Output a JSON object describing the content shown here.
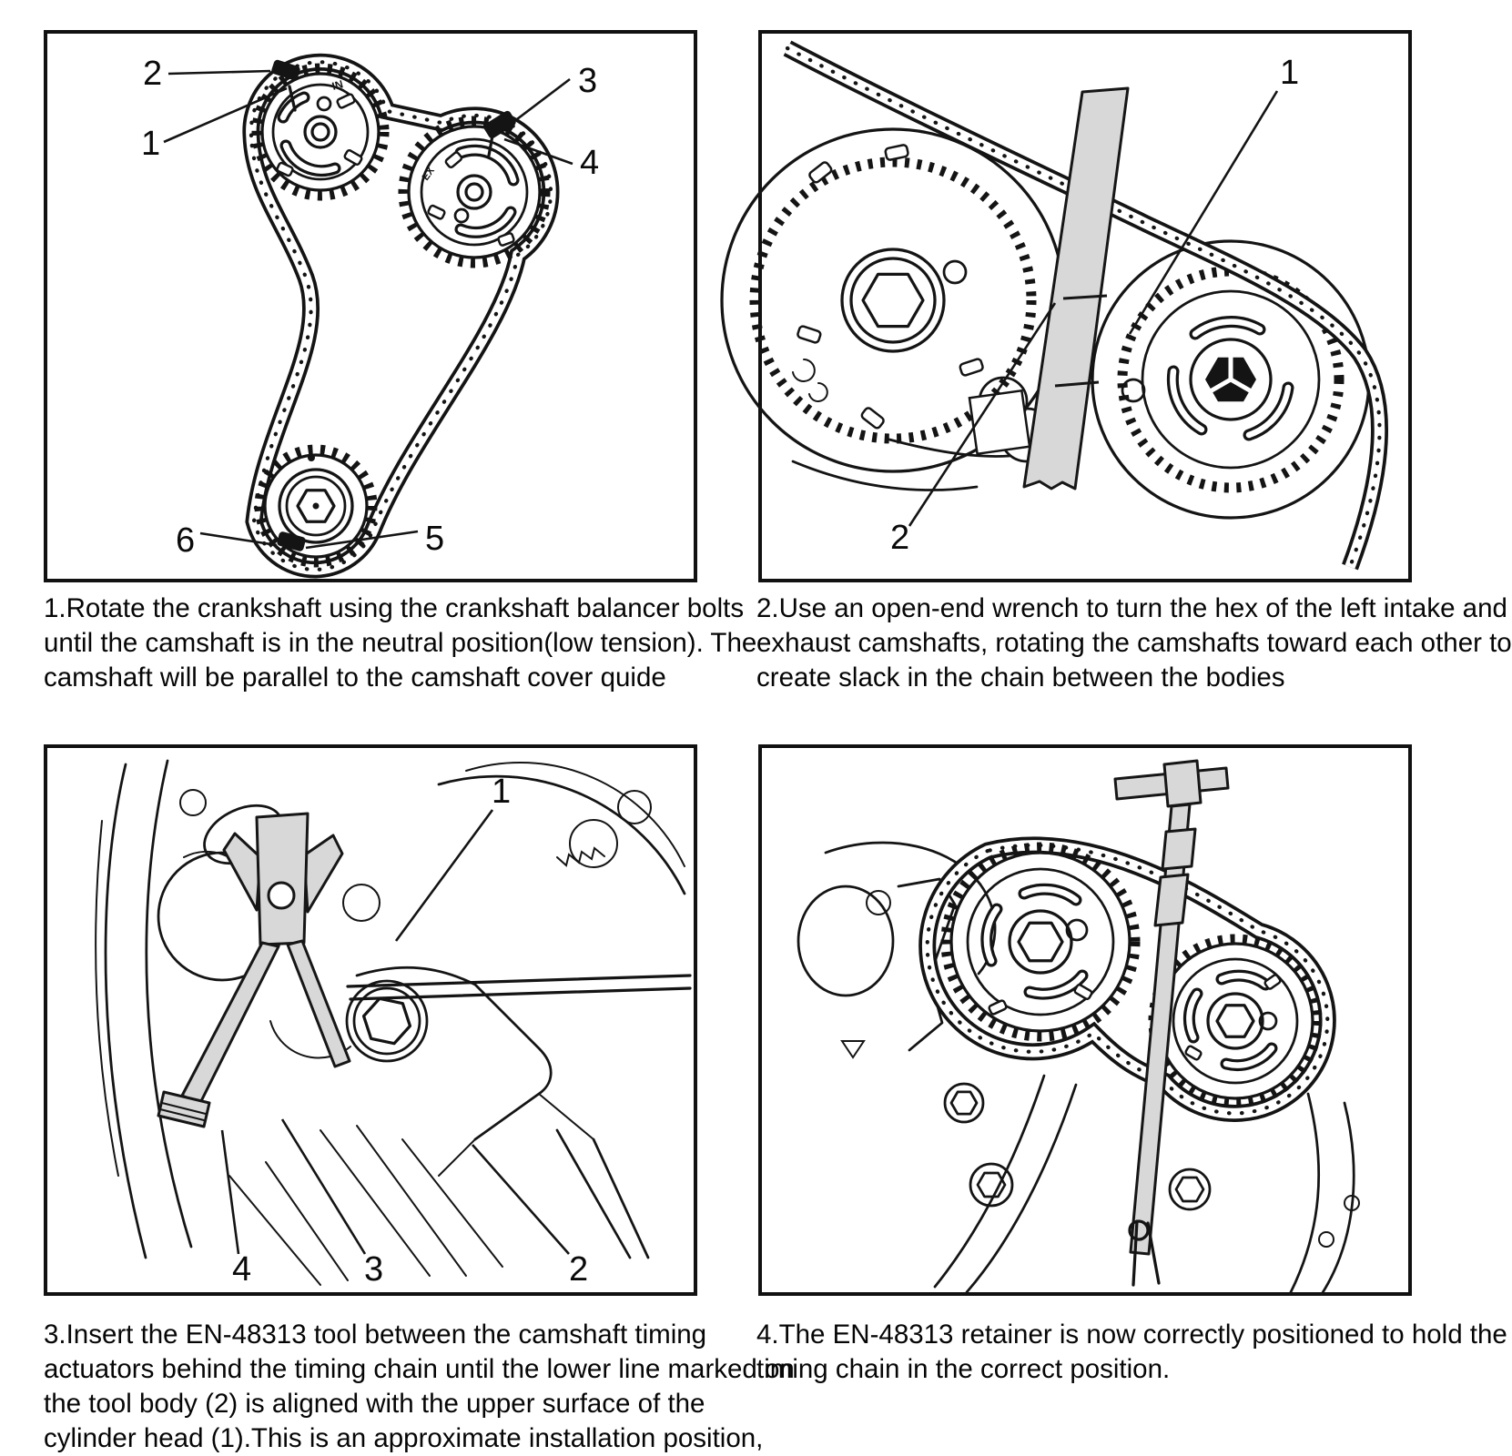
{
  "page": {
    "colors": {
      "paper": "#ffffff",
      "ink": "#141414",
      "tool_fill": "#d8d8d8"
    }
  },
  "fig1": {
    "caption": [
      "1.Rotate the crankshaft using the crankshaft balancer bolts",
      "until the camshaft is in the neutral position(low tension). The",
      "camshaft will be parallel to the camshaft cover quide"
    ],
    "callouts": {
      "c1": "1",
      "c2": "2",
      "c3": "3",
      "c4": "4",
      "c5": "5",
      "c6": "6"
    },
    "sprocket_marks": {
      "intake": "IN",
      "exhaust": "EX"
    }
  },
  "fig2": {
    "caption": [
      "2.Use an open-end wrench to turn the hex of the left intake and",
      "exhaust camshafts, rotating the camshafts toward each other to",
      "create slack in the chain between the bodies"
    ],
    "callouts": {
      "c1": "1",
      "c2": "2"
    }
  },
  "fig3": {
    "caption": [
      "3.Insert the EN-48313 tool between the camshaft timing",
      "actuators behind the timing chain until the lower line marked on",
      "the tool body (2) is aligned with the upper surface of the",
      "cylinder head (1).This is an approximate installation position,"
    ],
    "callouts": {
      "c1": "1",
      "c2": "2",
      "c3": "3",
      "c4": "4"
    }
  },
  "fig4": {
    "caption": [
      "4.The EN-48313 retainer is now correctly positioned to hold the",
      "timing chain in the correct position."
    ],
    "callouts": {}
  }
}
